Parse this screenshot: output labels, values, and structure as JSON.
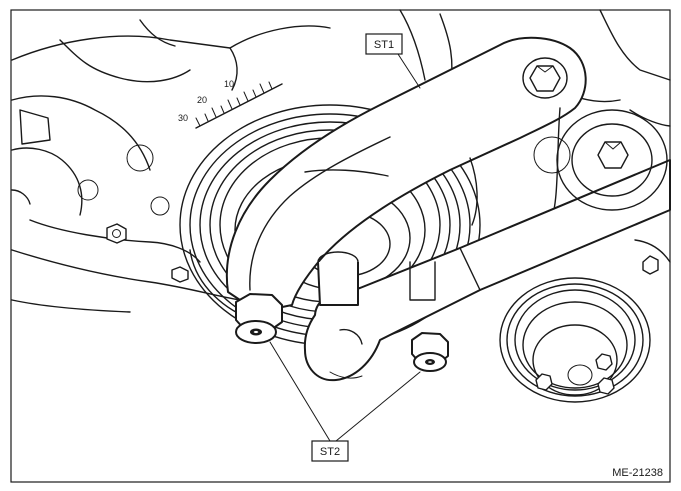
{
  "diagram": {
    "callouts": [
      {
        "id": "st1",
        "label": "ST1"
      },
      {
        "id": "st2",
        "label": "ST2"
      }
    ],
    "protractor_scale": [
      "10",
      "20",
      "30"
    ],
    "figure_id": "ME-21238"
  },
  "colors": {
    "line": "#1a1a1a",
    "background": "#ffffff"
  }
}
